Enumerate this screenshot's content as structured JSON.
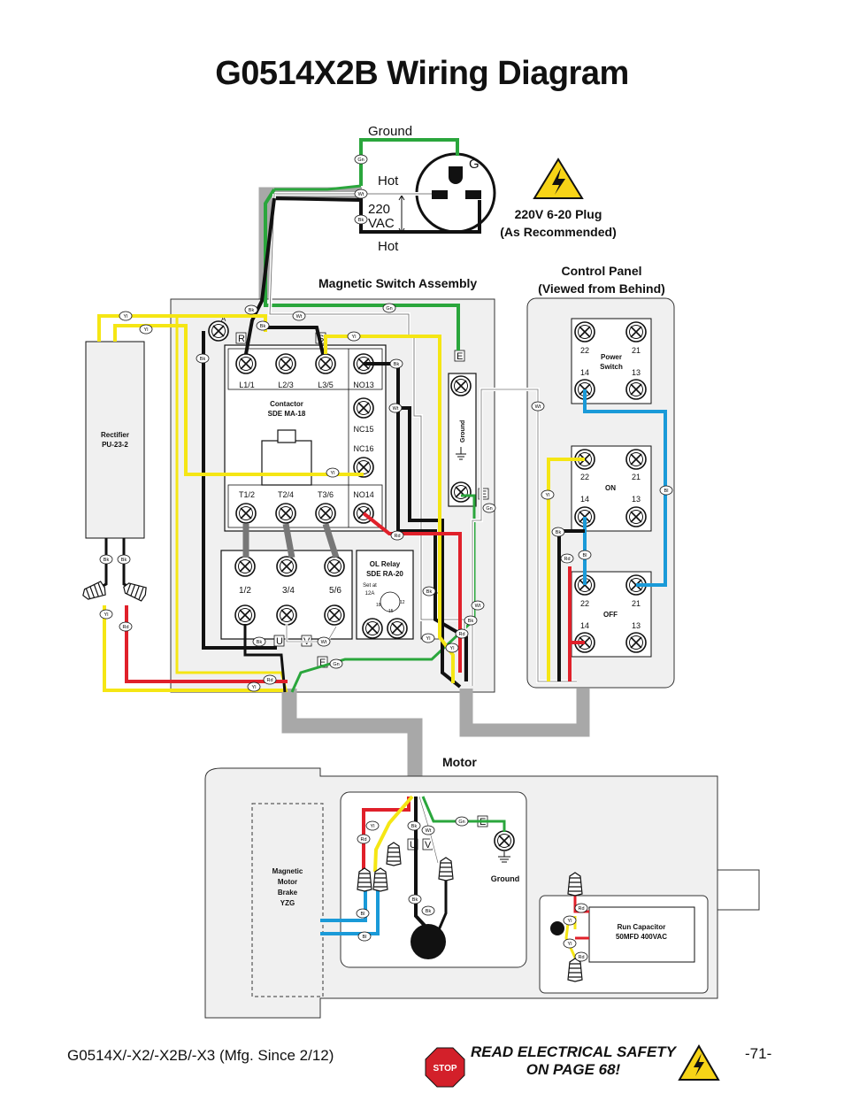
{
  "title": "G0514X2B Wiring Diagram",
  "plug": {
    "ground_label": "Ground",
    "hot_top": "Hot",
    "hot_bottom": "Hot",
    "voltage": "220",
    "voltage_unit": "VAC",
    "g_letter": "G",
    "caption_line1": "220V 6-20 Plug",
    "caption_line2": "(As Recommended)"
  },
  "magnetic_switch": {
    "heading": "Magnetic Switch Assembly",
    "contactor_name": "Contactor",
    "contactor_model": "SDE MA-18",
    "top_terminals": [
      "L1/1",
      "L2/3",
      "L3/5",
      "NO13"
    ],
    "nc15": "NC15",
    "nc16": "NC16",
    "bottom_terminals": [
      "T1/2",
      "T2/4",
      "T3/6",
      "NO14"
    ],
    "relay_terminals": [
      "1/2",
      "3/4",
      "5/6"
    ],
    "ol_relay_name": "OL Relay",
    "ol_relay_model": "SDE RA-20",
    "set_at": "Set at",
    "set_value": "12A",
    "dial": [
      "18",
      "15",
      "12"
    ],
    "letters": {
      "a": "A",
      "r": "R",
      "s": "S",
      "u": "U",
      "v": "V",
      "e1": "E",
      "e2": "E",
      "e3": "E"
    },
    "ground_strip": "Ground"
  },
  "rectifier": {
    "name": "Rectifier",
    "model": "PU-23-2"
  },
  "control_panel": {
    "heading_line1": "Control Panel",
    "heading_line2": "(Viewed from Behind)",
    "switches": [
      {
        "label_line1": "Power",
        "label_line2": "Switch",
        "t1": "22",
        "t2": "21",
        "t3": "14",
        "t4": "13"
      },
      {
        "label_line1": "ON",
        "label_line2": "",
        "t1": "22",
        "t2": "21",
        "t3": "14",
        "t4": "13"
      },
      {
        "label_line1": "OFF",
        "label_line2": "",
        "t1": "22",
        "t2": "21",
        "t3": "14",
        "t4": "13"
      }
    ]
  },
  "motor": {
    "heading": "Motor",
    "brake_line1": "Magnetic",
    "brake_line2": "Motor",
    "brake_line3": "Brake",
    "brake_line4": "YZG",
    "ground": "Ground",
    "u": "U",
    "v": "V",
    "e": "E",
    "capacitor_line1": "Run Capacitor",
    "capacitor_line2": "50MFD 400VAC"
  },
  "wire_codes": {
    "gn": "Gn",
    "wt": "Wt",
    "bk": "Bk",
    "yl": "Yl",
    "rd": "Rd",
    "bl": "Bl"
  },
  "colors": {
    "green": "#2aa63c",
    "yellow": "#f5e614",
    "red": "#e0202a",
    "blue": "#1a9ad8",
    "black": "#111111",
    "white": "#ffffff",
    "conduit": "#a8a8a8",
    "panel": "#f0f0f0",
    "stop_red": "#d3202a",
    "warning_yellow": "#f7d417"
  },
  "footer": {
    "models": "G0514X/-X2/-X2B/-X3 (Mfg. Since 2/12)",
    "safety_line1": "READ ELECTRICAL SAFETY",
    "safety_line2": "ON PAGE 68!",
    "stop": "STOP",
    "page": "-71-"
  }
}
